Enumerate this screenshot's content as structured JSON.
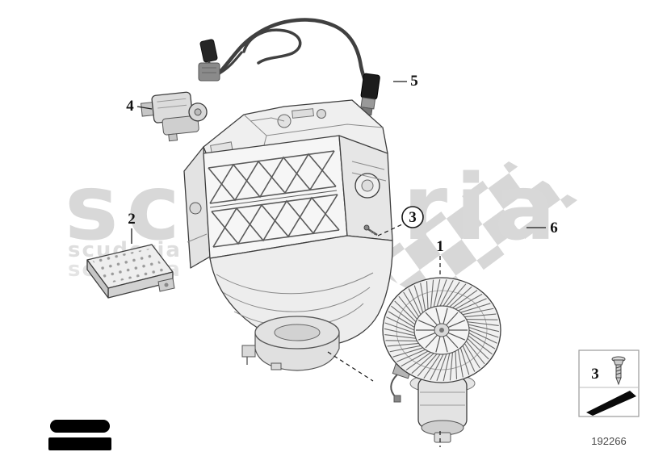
{
  "watermark": {
    "text": "scuderia"
  },
  "callouts": {
    "c1": "1",
    "c2": "2",
    "c3": "3",
    "c4": "4",
    "c5": "5",
    "c6": "6"
  },
  "legend": {
    "item_number": "3"
  },
  "footer": {
    "part_number": "192266"
  },
  "colors": {
    "watermark_gray": "#d8d8d8",
    "line": "#3d3d3d",
    "black": "#0a0a0a",
    "paper": "#ffffff"
  },
  "icons": {
    "screw": "screw-icon",
    "direction_arrow": "direction-arrow-icon",
    "checkered_flag": "checkered-flag-icon"
  }
}
